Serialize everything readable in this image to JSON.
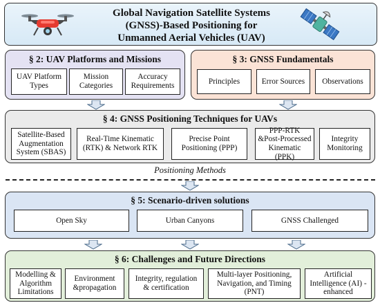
{
  "title": "Global Navigation Satellite Systems\n(GNSS)-Based Positioning for\nUnmanned Aerial Vehicles (UAV)",
  "section2": {
    "heading": "§ 2: UAV Platforms and Missions",
    "boxes": [
      "UAV Platform Types",
      "Mission Categories",
      "Accuracy Requirements"
    ]
  },
  "section3": {
    "heading": "§ 3: GNSS Fundamentals",
    "boxes": [
      "Principles",
      "Error Sources",
      "Observations"
    ]
  },
  "section4": {
    "heading": "§ 4: GNSS Positioning Techniques for UAVs",
    "boxes": [
      "Satellite-Based Augmentation System (SBAS)",
      "Real-Time Kinematic (RTK) & Network RTK",
      "Precise Point Positioning (PPP)",
      "PPP-RTK &Post-Processed Kinematic (PPK)",
      "Integrity Monitoring"
    ]
  },
  "divider_label": "Positioning Methods",
  "section5": {
    "heading": "§ 5: Scenario-driven solutions",
    "boxes": [
      "Open Sky",
      "Urban Canyons",
      "GNSS Challenged"
    ]
  },
  "section6": {
    "heading": "§ 6: Challenges and Future Directions",
    "boxes": [
      "Modelling & Algorithm Limitations",
      "Environment &propagation",
      "Integrity, regulation & certification",
      "Multi-layer Positioning, Navigation, and Timing (PNT)",
      "Artificial Intelligence (AI) -enhanced"
    ]
  },
  "colors": {
    "title_bg": "#ddeef8",
    "section2_bg": "#e4e2f3",
    "section3_bg": "#fbe3d6",
    "section4_bg": "#ebebeb",
    "section5_bg": "#dae5f4",
    "section6_bg": "#e2efda",
    "arrow_fill": "#dce6f2"
  },
  "icons": [
    "drone-icon",
    "satellite-icon"
  ]
}
